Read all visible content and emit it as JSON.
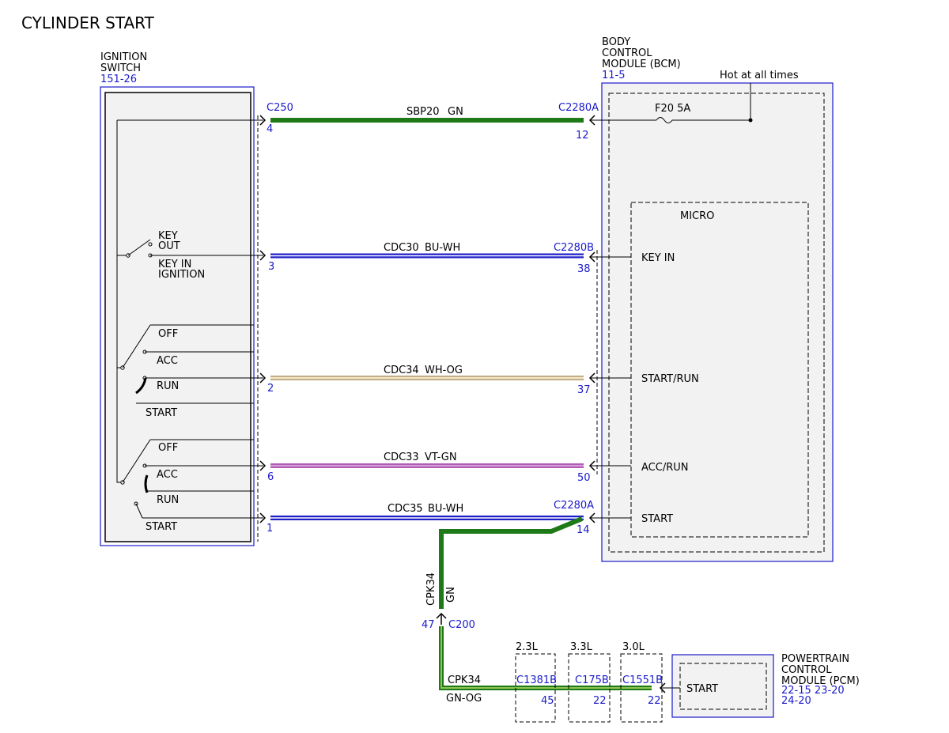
{
  "title": "CYLINDER START",
  "colors": {
    "gn": "#1e7a16",
    "bu": "#1f1fc8",
    "wh_og_a": "#e8cfa0",
    "wh_og_b": "#bba37a",
    "vt": "#b25cb8",
    "ref_blue": "#1a1acc",
    "box_fill": "#f2f2f2"
  },
  "ignition_switch": {
    "name_line1": "IGNITION",
    "name_line2": "SWITCH",
    "ref": "151-26",
    "key_out_line1": "KEY",
    "key_out_line2": "OUT",
    "key_in_line1": "KEY IN",
    "key_in_line2": "IGNITION",
    "group1": [
      "OFF",
      "ACC",
      "RUN",
      "START"
    ],
    "group2": [
      "OFF",
      "ACC",
      "RUN",
      "START"
    ]
  },
  "bcm": {
    "name_line1": "BODY",
    "name_line2": "CONTROL",
    "name_line3": "MODULE (BCM)",
    "ref": "11-5",
    "hot_label": "Hot at all times",
    "fuse_label": "F20 5A",
    "micro_label": "MICRO",
    "inputs": [
      "KEY IN",
      "START/RUN",
      "ACC/RUN",
      "START"
    ]
  },
  "wires": [
    {
      "circuit": "SBP20",
      "color": "GN",
      "left_conn": "C250",
      "left_pin": "4",
      "right_conn": "C2280A",
      "right_pin": "12"
    },
    {
      "circuit": "CDC30",
      "color": "BU-WH",
      "left_pin": "3",
      "right_conn": "C2280B",
      "right_pin": "38"
    },
    {
      "circuit": "CDC34",
      "color": "WH-OG",
      "left_pin": "2",
      "right_pin": "37"
    },
    {
      "circuit": "CDC33",
      "color": "VT-GN",
      "left_pin": "6",
      "right_pin": "50"
    },
    {
      "circuit": "CDC35",
      "color": "BU-WH",
      "left_pin": "1",
      "right_conn": "C2280A",
      "right_pin": "14"
    }
  ],
  "cpk_vertical": {
    "circuit": "CPK34",
    "color": "GN",
    "connector": "C200",
    "pin": "47"
  },
  "cpk_horizontal": {
    "circuit": "CPK34",
    "color": "GN-OG"
  },
  "engine_options": [
    {
      "engine": "2.3L",
      "connector": "C1381B",
      "pin": "45"
    },
    {
      "engine": "3.3L",
      "connector": "C175B",
      "pin": "22"
    },
    {
      "engine": "3.0L",
      "connector": "C1551B",
      "pin": "22"
    }
  ],
  "pcm": {
    "name_line1": "POWERTRAIN",
    "name_line2": "CONTROL",
    "name_line3": "MODULE (PCM)",
    "ref_line1": "22-15 23-20",
    "ref_line2": "24-20",
    "input": "START"
  }
}
